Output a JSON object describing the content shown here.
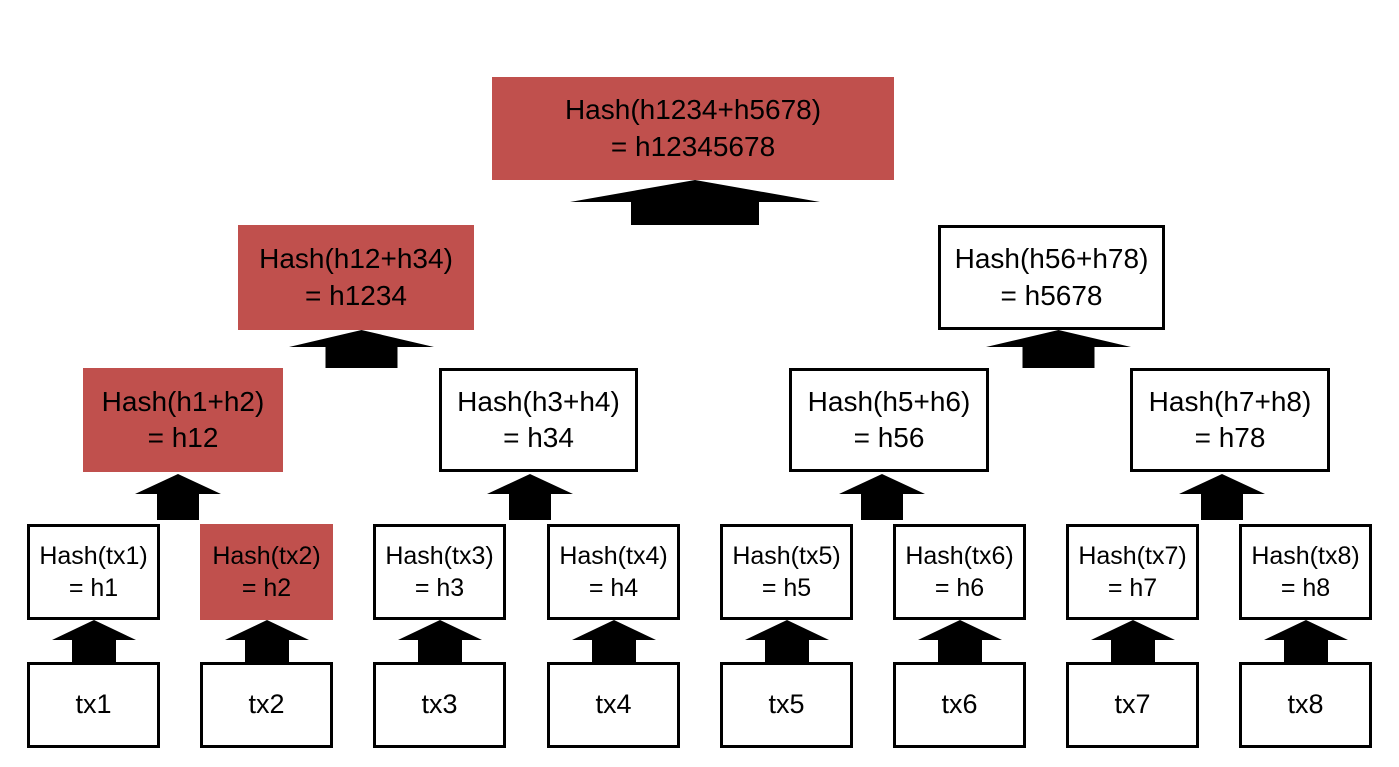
{
  "diagram": {
    "type": "merkle-tree",
    "colors": {
      "highlight": "#c0504d",
      "box_background": "#ffffff",
      "border": "#000000",
      "arrow": "#000000",
      "text": "#000000",
      "page_background": "#ffffff"
    },
    "nodes": {
      "root": {
        "line1": "Hash(h1234+h5678)",
        "line2": "= h12345678",
        "highlighted": true
      },
      "level2": [
        {
          "line1": "Hash(h12+h34)",
          "line2": "= h1234",
          "highlighted": true
        },
        {
          "line1": "Hash(h56+h78)",
          "line2": "= h5678",
          "highlighted": false
        }
      ],
      "level1": [
        {
          "line1": "Hash(h1+h2)",
          "line2": "= h12",
          "highlighted": true
        },
        {
          "line1": "Hash(h3+h4)",
          "line2": "= h34",
          "highlighted": false
        },
        {
          "line1": "Hash(h5+h6)",
          "line2": "= h56",
          "highlighted": false
        },
        {
          "line1": "Hash(h7+h8)",
          "line2": "= h78",
          "highlighted": false
        }
      ],
      "leaf_hashes": [
        {
          "line1": "Hash(tx1)",
          "line2": "= h1",
          "highlighted": false
        },
        {
          "line1": "Hash(tx2)",
          "line2": "= h2",
          "highlighted": true
        },
        {
          "line1": "Hash(tx3)",
          "line2": "= h3",
          "highlighted": false
        },
        {
          "line1": "Hash(tx4)",
          "line2": "= h4",
          "highlighted": false
        },
        {
          "line1": "Hash(tx5)",
          "line2": "= h5",
          "highlighted": false
        },
        {
          "line1": "Hash(tx6)",
          "line2": "= h6",
          "highlighted": false
        },
        {
          "line1": "Hash(tx7)",
          "line2": "= h7",
          "highlighted": false
        },
        {
          "line1": "Hash(tx8)",
          "line2": "= h8",
          "highlighted": false
        }
      ],
      "transactions": [
        {
          "label": "tx1"
        },
        {
          "label": "tx2"
        },
        {
          "label": "tx3"
        },
        {
          "label": "tx4"
        },
        {
          "label": "tx5"
        },
        {
          "label": "tx6"
        },
        {
          "label": "tx7"
        },
        {
          "label": "tx8"
        }
      ]
    }
  }
}
